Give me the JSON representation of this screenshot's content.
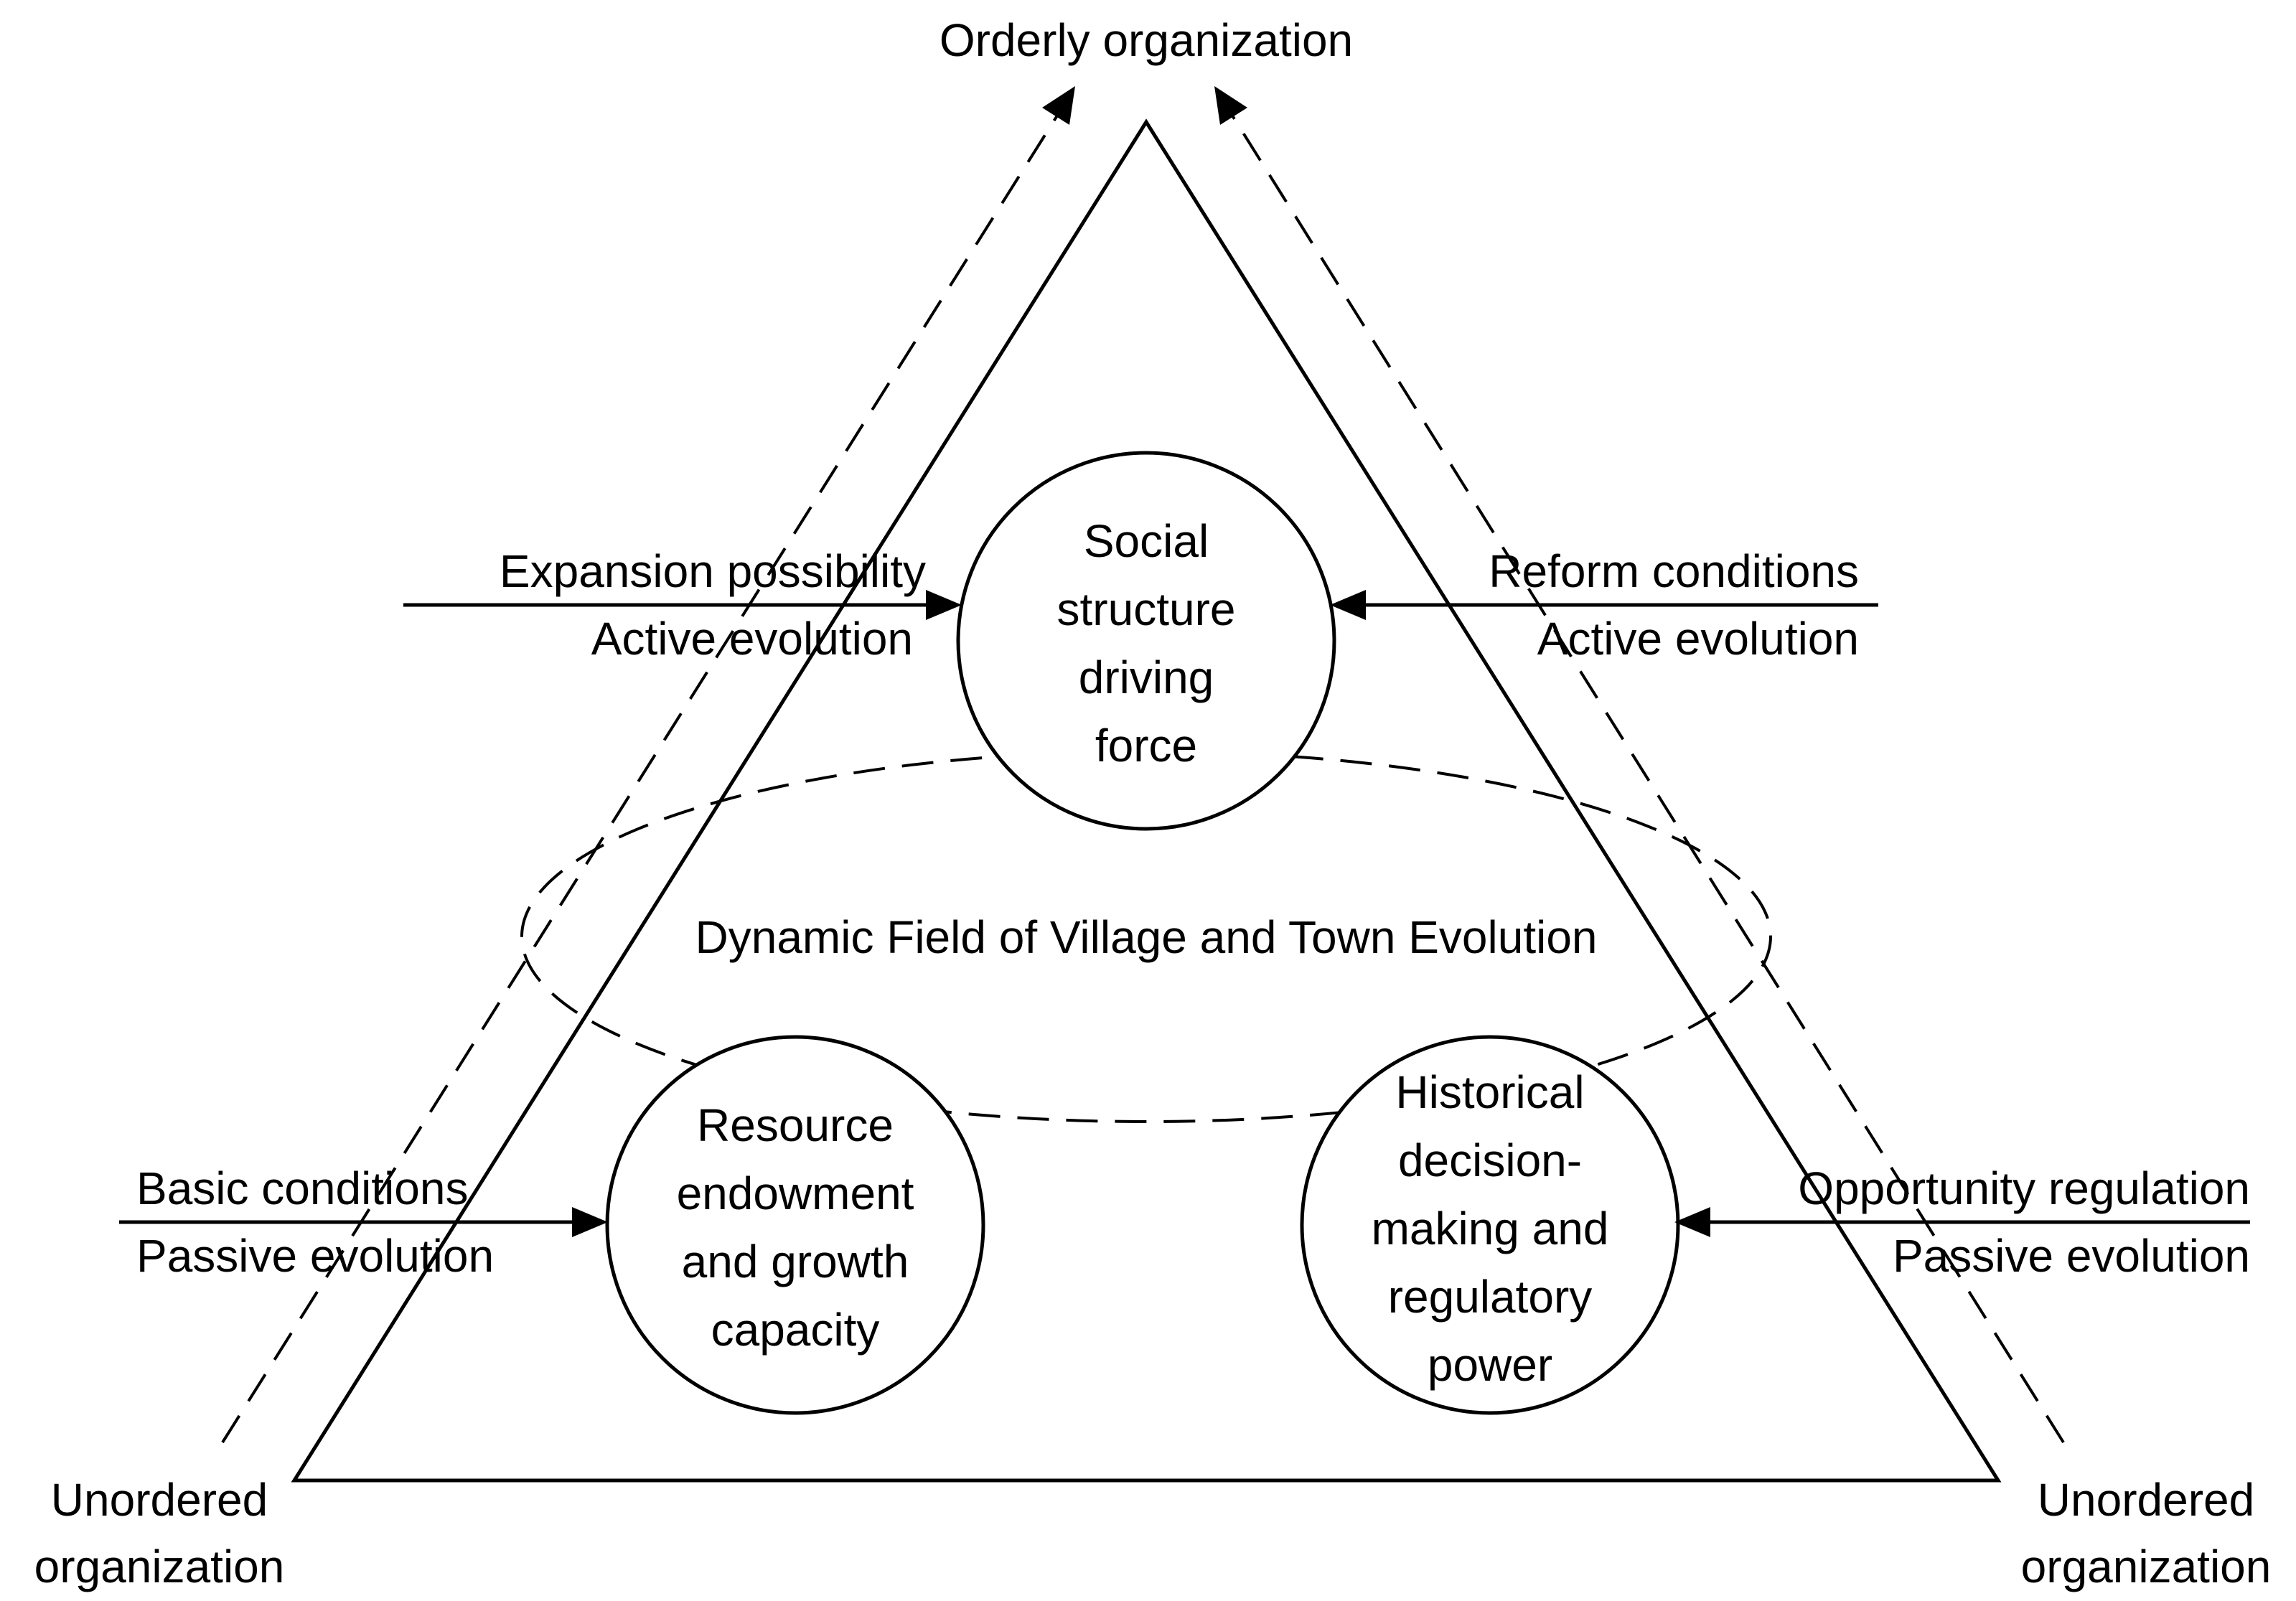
{
  "diagram": {
    "top_label": "Orderly organization",
    "bottom_left_label": [
      "Unordered",
      "organization"
    ],
    "bottom_right_label": [
      "Unordered",
      "organization"
    ],
    "center_label": "Dynamic Field of Village and Town Evolution",
    "nodes": {
      "top": [
        "Social",
        "structure",
        "driving",
        "force"
      ],
      "left": [
        "Resource",
        "endowment",
        "and growth",
        "capacity"
      ],
      "right": [
        "Historical",
        "decision-",
        "making and",
        "regulatory",
        "power"
      ]
    },
    "inputs": {
      "top_left": [
        "Expansion possibility",
        "Active evolution"
      ],
      "top_right": [
        "Reform conditions",
        "Active evolution"
      ],
      "bottom_left": [
        "Basic conditions",
        "Passive evolution"
      ],
      "bottom_right": [
        "Opportunity regulation",
        "Passive evolution"
      ]
    }
  }
}
